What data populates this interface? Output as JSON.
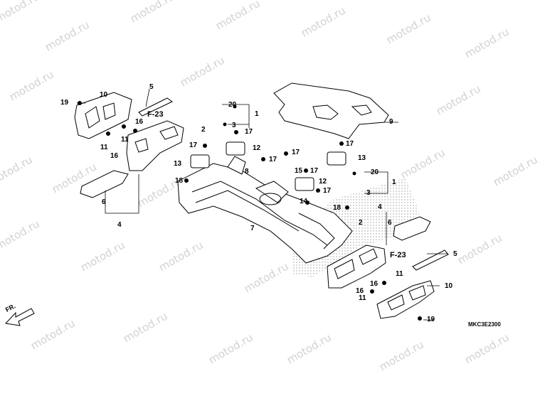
{
  "watermark": "motod.ru",
  "diagram_code": "MKC3E2300",
  "direction_label": "FR.",
  "reference_label": "F-23",
  "callouts": [
    {
      "id": "c1",
      "text": "1"
    },
    {
      "id": "c2",
      "text": "1"
    },
    {
      "id": "c3",
      "text": "2"
    },
    {
      "id": "c4",
      "text": "2"
    },
    {
      "id": "c5",
      "text": "3"
    },
    {
      "id": "c6",
      "text": "3"
    },
    {
      "id": "c7",
      "text": "4"
    },
    {
      "id": "c8",
      "text": "4"
    },
    {
      "id": "c9",
      "text": "5"
    },
    {
      "id": "c10",
      "text": "5"
    },
    {
      "id": "c11",
      "text": "6"
    },
    {
      "id": "c12",
      "text": "6"
    },
    {
      "id": "c13",
      "text": "7"
    },
    {
      "id": "c14",
      "text": "8"
    },
    {
      "id": "c15",
      "text": "9"
    },
    {
      "id": "c16",
      "text": "10"
    },
    {
      "id": "c17",
      "text": "10"
    },
    {
      "id": "c18",
      "text": "11"
    },
    {
      "id": "c19",
      "text": "11"
    },
    {
      "id": "c20",
      "text": "11"
    },
    {
      "id": "c21",
      "text": "11"
    },
    {
      "id": "c22",
      "text": "12"
    },
    {
      "id": "c23",
      "text": "12"
    },
    {
      "id": "c24",
      "text": "13"
    },
    {
      "id": "c25",
      "text": "13"
    },
    {
      "id": "c26",
      "text": "14"
    },
    {
      "id": "c27",
      "text": "15"
    },
    {
      "id": "c28",
      "text": "16"
    },
    {
      "id": "c29",
      "text": "16"
    },
    {
      "id": "c30",
      "text": "16"
    },
    {
      "id": "c31",
      "text": "16"
    },
    {
      "id": "c32",
      "text": "17"
    },
    {
      "id": "c33",
      "text": "17"
    },
    {
      "id": "c34",
      "text": "17"
    },
    {
      "id": "c35",
      "text": "17"
    },
    {
      "id": "c36",
      "text": "17"
    },
    {
      "id": "c37",
      "text": "17"
    },
    {
      "id": "c38",
      "text": "17"
    },
    {
      "id": "c39",
      "text": "18"
    },
    {
      "id": "c40",
      "text": "18"
    },
    {
      "id": "c41",
      "text": "19"
    },
    {
      "id": "c42",
      "text": "19"
    },
    {
      "id": "c43",
      "text": "20"
    },
    {
      "id": "c44",
      "text": "20"
    }
  ],
  "colors": {
    "line": "#000000",
    "fill": "#ffffff",
    "shade": "#d8d8d8",
    "watermark": "#d2d2d2"
  }
}
